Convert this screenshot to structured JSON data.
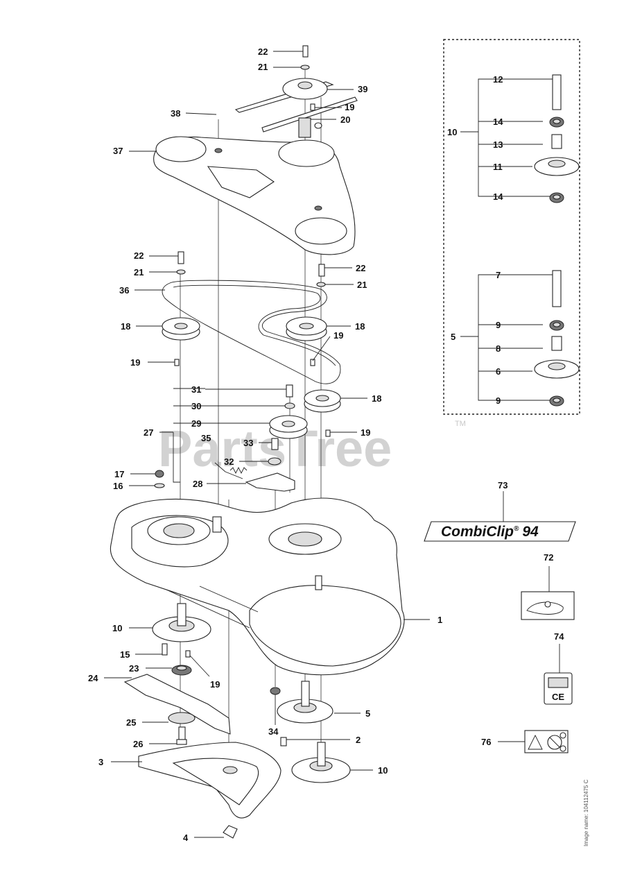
{
  "watermark": "PartsTree",
  "watermark_tm": "TM",
  "side_id": "Image name: 104112475 C",
  "decal_text": "CombiClip",
  "decal_number": "94",
  "decal_reg": "®",
  "ce_mark": "CE",
  "callouts": [
    {
      "id": "c22a",
      "text": "22"
    },
    {
      "id": "c21a",
      "text": "21"
    },
    {
      "id": "c39",
      "text": "39"
    },
    {
      "id": "c38",
      "text": "38"
    },
    {
      "id": "c19a",
      "text": "19"
    },
    {
      "id": "c20",
      "text": "20"
    },
    {
      "id": "c37",
      "text": "37"
    },
    {
      "id": "c22b",
      "text": "22"
    },
    {
      "id": "c21b",
      "text": "21"
    },
    {
      "id": "c22c",
      "text": "22"
    },
    {
      "id": "c21c",
      "text": "21"
    },
    {
      "id": "c36",
      "text": "36"
    },
    {
      "id": "c18a",
      "text": "18"
    },
    {
      "id": "c18b",
      "text": "18"
    },
    {
      "id": "c19b",
      "text": "19"
    },
    {
      "id": "c19c",
      "text": "19"
    },
    {
      "id": "c31",
      "text": "31"
    },
    {
      "id": "c18c",
      "text": "18"
    },
    {
      "id": "c30",
      "text": "30"
    },
    {
      "id": "c29",
      "text": "29"
    },
    {
      "id": "c27",
      "text": "27"
    },
    {
      "id": "c19d",
      "text": "19"
    },
    {
      "id": "c35",
      "text": "35"
    },
    {
      "id": "c33",
      "text": "33"
    },
    {
      "id": "c32",
      "text": "32"
    },
    {
      "id": "c17",
      "text": "17"
    },
    {
      "id": "c16",
      "text": "16"
    },
    {
      "id": "c28",
      "text": "28"
    },
    {
      "id": "c1",
      "text": "1"
    },
    {
      "id": "c10a",
      "text": "10"
    },
    {
      "id": "c15",
      "text": "15"
    },
    {
      "id": "c23",
      "text": "23"
    },
    {
      "id": "c19e",
      "text": "19"
    },
    {
      "id": "c24",
      "text": "24"
    },
    {
      "id": "c5a",
      "text": "5"
    },
    {
      "id": "c25",
      "text": "25"
    },
    {
      "id": "c34",
      "text": "34"
    },
    {
      "id": "c2",
      "text": "2"
    },
    {
      "id": "c26",
      "text": "26"
    },
    {
      "id": "c3",
      "text": "3"
    },
    {
      "id": "c10b",
      "text": "10"
    },
    {
      "id": "c4",
      "text": "4"
    },
    {
      "id": "c12",
      "text": "12"
    },
    {
      "id": "c10c",
      "text": "10"
    },
    {
      "id": "c14a",
      "text": "14"
    },
    {
      "id": "c13",
      "text": "13"
    },
    {
      "id": "c11",
      "text": "11"
    },
    {
      "id": "c14b",
      "text": "14"
    },
    {
      "id": "c7",
      "text": "7"
    },
    {
      "id": "c5b",
      "text": "5"
    },
    {
      "id": "c9a",
      "text": "9"
    },
    {
      "id": "c8",
      "text": "8"
    },
    {
      "id": "c6",
      "text": "6"
    },
    {
      "id": "c9b",
      "text": "9"
    },
    {
      "id": "c73",
      "text": "73"
    },
    {
      "id": "c72",
      "text": "72"
    },
    {
      "id": "c74",
      "text": "74"
    },
    {
      "id": "c76",
      "text": "76"
    }
  ]
}
